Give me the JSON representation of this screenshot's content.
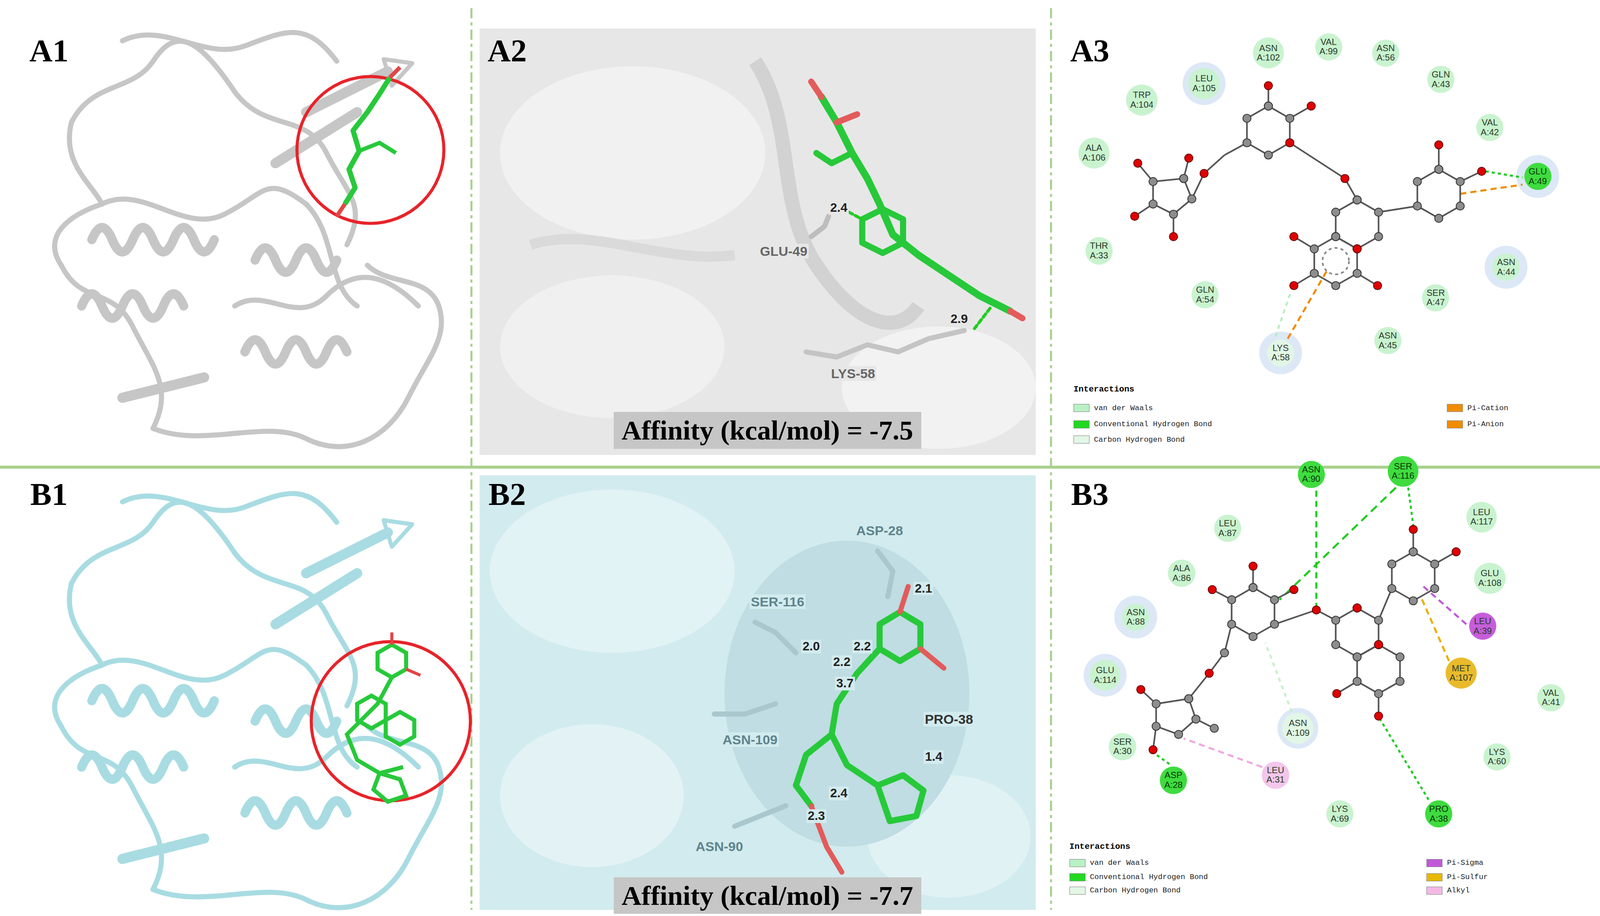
{
  "diagram": {
    "nodes": [
      {
        "text": [
          "Affinity (kcal/mol) = -7.5"
        ]
      },
      {
        "text": [
          "ASN A:102"
        ]
      },
      {
        "text": [
          "VAL A:99"
        ]
      },
      {
        "text": [
          "ASN A:56"
        ]
      },
      {
        "text": [
          "LEU A:105"
        ]
      },
      {
        "text": [
          "GLN A:43"
        ]
      },
      {
        "text": [
          "TRP A:104"
        ]
      },
      {
        "text": [
          "VAL A:42"
        ]
      },
      {
        "text": [
          "ALA A:106"
        ]
      },
      {
        "text": [
          "GLU A:49"
        ]
      },
      {
        "text": [
          "THR A:33"
        ]
      },
      {
        "text": [
          "ASN A:44"
        ]
      },
      {
        "text": [
          "GLN A:54"
        ]
      },
      {
        "text": [
          "SER A:47"
        ]
      },
      {
        "text": [
          "ASN A:45"
        ]
      },
      {
        "text": [
          "LYS A:58"
        ]
      },
      {
        "text": [
          "Affinity (kcal/mol) = -7.7"
        ]
      },
      {
        "text": [
          "ASN A:90"
        ]
      },
      {
        "text": [
          "SER A:116"
        ]
      },
      {
        "text": [
          "LEU A:87"
        ]
      },
      {
        "text": [
          "LEU A:117"
        ]
      },
      {
        "text": [
          "ALA A:86"
        ]
      },
      {
        "text": [
          "GLU A:108"
        ]
      },
      {
        "text": [
          "ASN A:88"
        ]
      },
      {
        "text": [
          "LEU A:39"
        ]
      },
      {
        "text": [
          "MET A:107"
        ]
      },
      {
        "text": [
          "GLU A:114"
        ]
      },
      {
        "text": [
          "VAL A:41"
        ]
      },
      {
        "text": [
          "SER A:30"
        ]
      },
      {
        "text": [
          "ASN A:109"
        ]
      },
      {
        "text": [
          "LYS A:60"
        ]
      },
      {
        "text": [
          "ASP A:28"
        ]
      },
      {
        "text": [
          "LEU A:31"
        ]
      },
      {
        "text": [
          "PRO A:38"
        ]
      },
      {
        "text": [
          "LYS A:69"
        ]
      }
    ],
    "labels": [
      "A1",
      "A2",
      "2.4",
      "GLU-49",
      "2.9",
      "LYS-58",
      "A3",
      "Interactions",
      "B1",
      "B2",
      "ASP-28",
      "2.1",
      "SER-116",
      "2.0",
      "2.2",
      "2.2",
      "3.7",
      "ASN-109",
      "PRO-38",
      "1.4",
      "2.4",
      "2.3",
      "ASN-90",
      "B3",
      "Interactions"
    ],
    "legend": [
      {
        "text": "van der Waals",
        "color": "#b9f0c4"
      },
      {
        "text": "Conventional Hydrogen Bond",
        "color": "#22d822"
      },
      {
        "text": "Carbon Hydrogen Bond",
        "color": "#e2f7e6"
      },
      {
        "text": "Pi-Cation",
        "color": "#f08c00"
      },
      {
        "text": "Pi-Anion",
        "color": "#f08c00"
      },
      {
        "text": "van der Waals",
        "color": "#b9f0c4"
      },
      {
        "text": "Conventional Hydrogen Bond",
        "color": "#22d822"
      },
      {
        "text": "Carbon Hydrogen Bond",
        "color": "#e2f7e6"
      },
      {
        "text": "Pi-Sigma",
        "color": "#c05ad8"
      },
      {
        "text": "Pi-Sulfur",
        "color": "#e8b800"
      },
      {
        "text": "Alkyl",
        "color": "#f3b8e6"
      }
    ]
  }
}
